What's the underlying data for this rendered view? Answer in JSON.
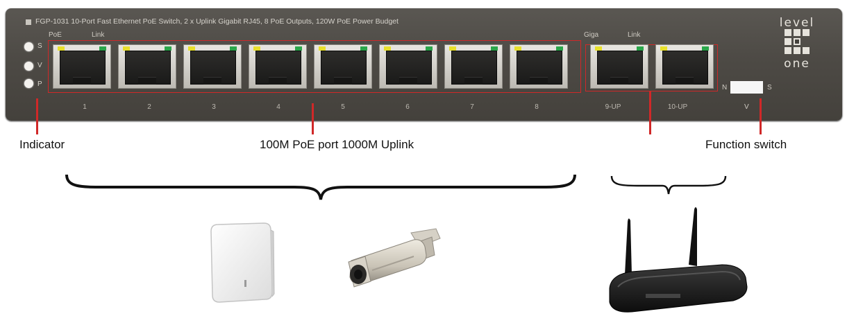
{
  "product_title": "FGP-1031  10-Port Fast Ethernet PoE Switch, 2 x Uplink Gigabit RJ45, 8 PoE Outputs, 120W PoE Power Budget",
  "port_header_labels": {
    "poe": "PoE",
    "link": "Link",
    "giga": "Giga",
    "link2": "Link"
  },
  "leds": [
    {
      "label": "S"
    },
    {
      "label": "V"
    },
    {
      "label": "P"
    }
  ],
  "ports": [
    "1",
    "2",
    "3",
    "4",
    "5",
    "6",
    "7",
    "8",
    "9-UP",
    "10-UP"
  ],
  "switch_labels": {
    "left": "N",
    "right": "S",
    "bottom": "V"
  },
  "logo": {
    "top": "level",
    "bottom": "one"
  },
  "callouts": {
    "indicator": "Indicator",
    "poe_uplink": "100M PoE port 1000M Uplink",
    "function_switch": "Function switch"
  },
  "colors": {
    "panel": "#4d4a45",
    "callout_line": "#d02828",
    "led_yellow": "#e8e02a",
    "led_green": "#2aa64a"
  },
  "devices": [
    "access-point",
    "bullet-camera",
    "wireless-router"
  ]
}
